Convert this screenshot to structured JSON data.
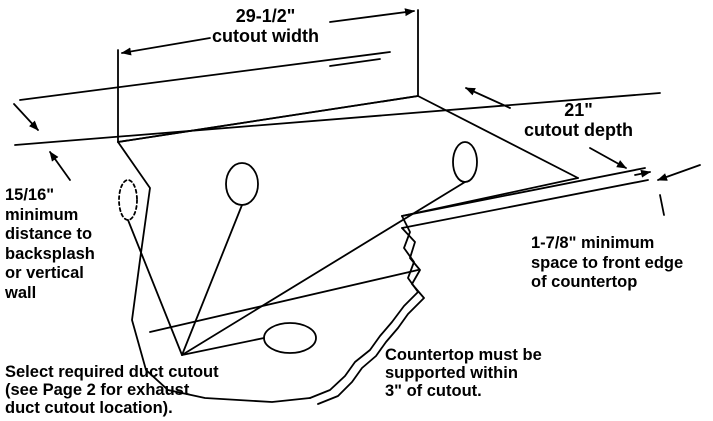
{
  "diagram": {
    "cutout_width_label": "29-1/2\"\ncutout width",
    "cutout_depth_label": "21\"\ncutout depth",
    "backsplash_label": "15/16\"\nminimum\ndistance to\nbacksplash\nor vertical\nwall",
    "front_edge_label": "1-7/8\" minimum\nspace to front edge\nof countertop",
    "duct_cutout_note": "Select required duct cutout\n(see Page 2 for exhaust\nduct cutout location).",
    "support_note": "Countertop must be\nsupported within\n3\" of cutout."
  }
}
